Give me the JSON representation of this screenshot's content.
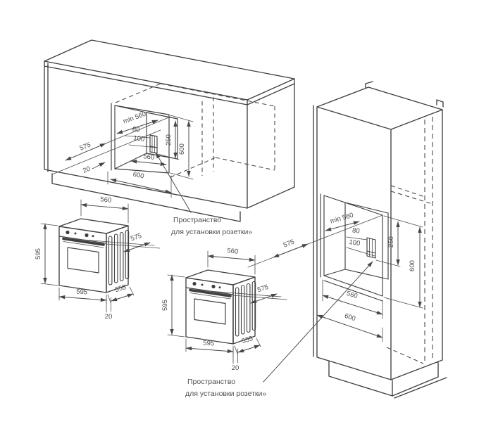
{
  "colors": {
    "background": "#ffffff",
    "line": "#3f3f3f",
    "text": "#4a4a4a"
  },
  "socket_note": {
    "line1": "Пространство",
    "line2": "для установки розетки»"
  },
  "undercounter": {
    "dims": {
      "min_width": "min 560",
      "socket_side": "80",
      "socket_width": "100",
      "socket_drop": "250",
      "niche_height": "600",
      "niche_width": "560",
      "section_width": "600",
      "depth": "575",
      "panel_gap": "20"
    }
  },
  "tall_cabinet": {
    "dims": {
      "min_width": "min 560",
      "socket_side": "80",
      "socket_width": "100",
      "socket_drop": "250",
      "niche_height": "600",
      "niche_width": "560",
      "section_width": "600",
      "depth": "575"
    }
  },
  "oven": {
    "dims": {
      "body_width": "560",
      "height": "595",
      "front_width": "595",
      "body_depth": "555",
      "door_overhang": "20",
      "install_depth": "575"
    }
  }
}
